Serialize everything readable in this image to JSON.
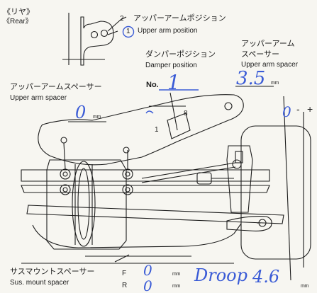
{
  "rear": {
    "jp": "《リヤ》",
    "en": "《Rear》"
  },
  "upper_arm_position": {
    "jp": "アッパーアームポジション",
    "en": "Upper arm position",
    "hole_2": "2",
    "hole_1": "1"
  },
  "damper_position": {
    "jp": "ダンパーポジション",
    "en": "Damper position",
    "no_label": "No.",
    "value": "1",
    "hole_1": "1",
    "hole_8": "8"
  },
  "upper_arm_spacer_right": {
    "jp_line1": "アッパーアーム",
    "jp_line2": "スペーサー",
    "en": "Upper arm spacer",
    "value": "3.5",
    "unit": "mm"
  },
  "upper_arm_spacer_left": {
    "jp": "アッパーアームスペーサー",
    "en": "Upper arm spacer",
    "value": "0",
    "unit": "mm"
  },
  "camber": {
    "value": "0",
    "sign_minus": "-",
    "sign_plus": "+"
  },
  "sus_mount_spacer": {
    "jp": "サスマウントスペーサー",
    "en": "Sus. mount spacer",
    "front_letter": "F",
    "rear_letter": "R",
    "front_value": "0",
    "rear_value": "0",
    "unit": "mm"
  },
  "droop": {
    "label": "Droop",
    "value": "4.6",
    "unit": "mm"
  },
  "colors": {
    "ink": "#1d1d1d",
    "handwriting": "#3a5bd6",
    "paper": "#f7f6f1"
  }
}
